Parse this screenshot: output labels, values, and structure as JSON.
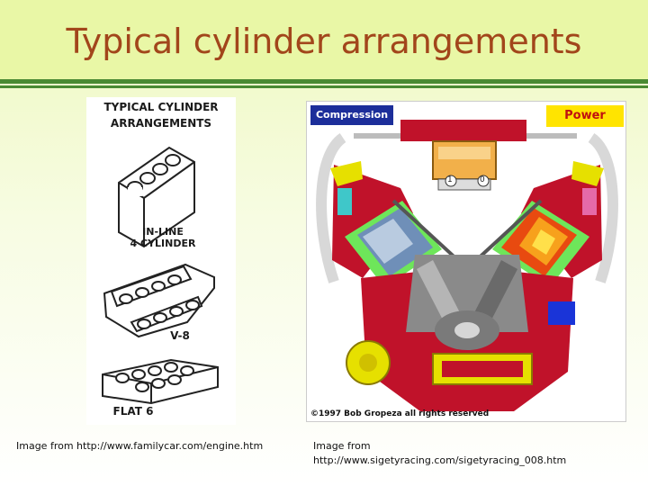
{
  "slide": {
    "title": "Typical cylinder arrangements"
  },
  "left_figure": {
    "heading_line1": "TYPICAL CYLINDER",
    "heading_line2": "ARRANGEMENTS",
    "label_inline_1": "IN-LINE",
    "label_inline_2": "4 CYLINDER",
    "label_v8": "V-8",
    "label_flat6": "FLAT 6",
    "caption": "Image from http://www.familycar.com/engine.htm"
  },
  "right_figure": {
    "compression_label": "Compression",
    "power_label": "Power",
    "gauge_left": "1",
    "gauge_right": "0",
    "copyright": "©1997 Bob Gropeza all rights reserved",
    "caption_line1": "Image from",
    "caption_line2": "http://www.sigetyracing.com/sigetyracing_008.htm"
  },
  "colors": {
    "title": "#a2461b",
    "rule": "#4a8a33",
    "compression_bg": "#1c2e9a",
    "power_bg": "#ffe400",
    "power_text": "#c01010"
  }
}
